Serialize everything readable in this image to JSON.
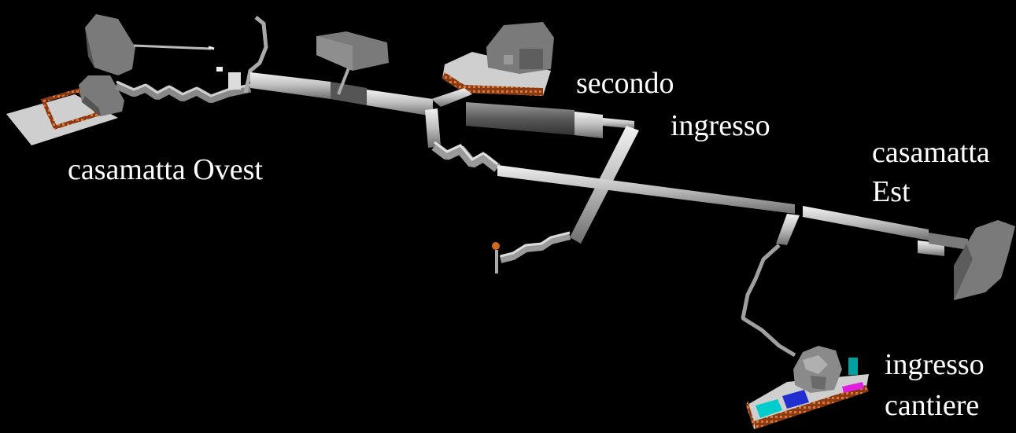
{
  "labels": {
    "west_casemate": "casamatta Ovest",
    "second_entrance_line1": "secondo",
    "second_entrance_line2": "ingresso",
    "east_casemate_line1": "casamatta",
    "east_casemate_line2": "Est",
    "site_entrance_line1": "ingresso",
    "site_entrance_line2": "cantiere"
  },
  "colors": {
    "background": "#000000",
    "label_text": "#ffffff",
    "tunnel": "#c8c8c8",
    "building": "#7a7a7a",
    "platform": "#cfcfcf",
    "fence": "#a0522d",
    "marker_orange": "#d2691e",
    "equipment_cyan": "#00cccc",
    "equipment_blue": "#1f2fd0",
    "equipment_magenta": "#e020e0"
  }
}
